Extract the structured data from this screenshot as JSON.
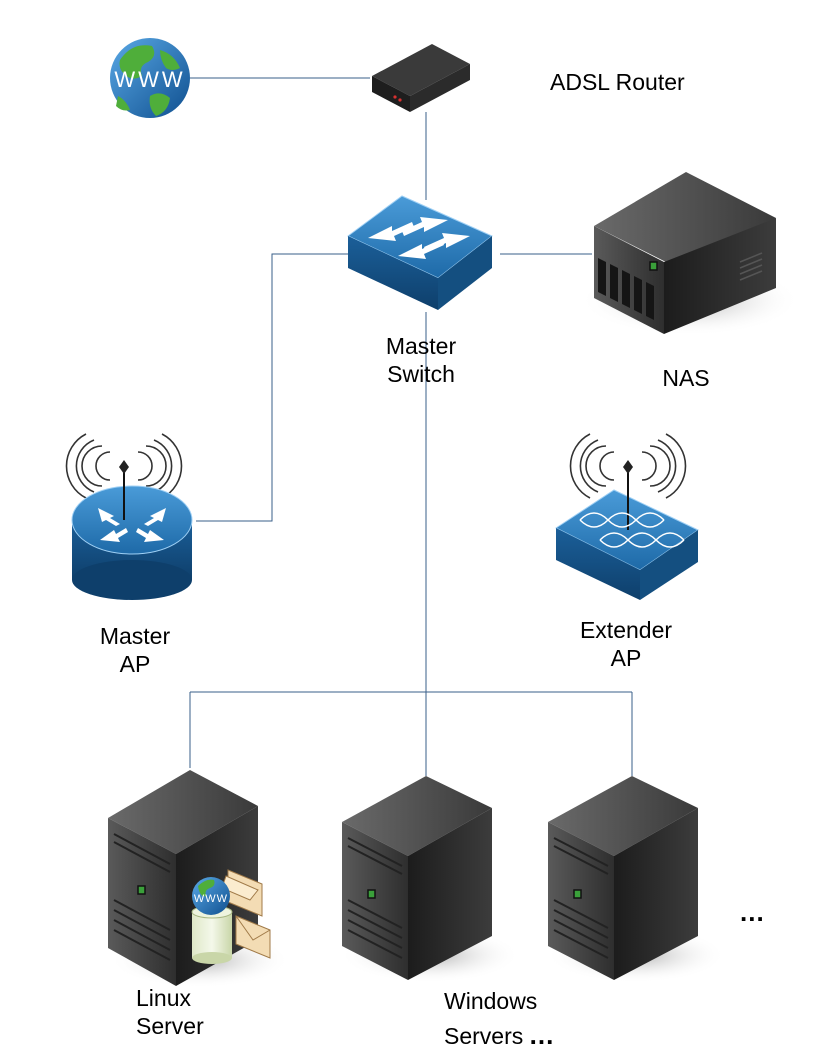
{
  "labels": {
    "adsl_router": "ADSL Router",
    "master_switch": [
      "Master",
      "Switch"
    ],
    "nas": "NAS",
    "master_ap": [
      "Master",
      "AP"
    ],
    "extender_ap": [
      "Extender",
      "AP"
    ],
    "linux_server": [
      "Linux",
      "Server"
    ],
    "windows_servers": [
      "Windows",
      "Servers"
    ],
    "ellipsis": "...",
    "globe_text": "WWW"
  },
  "colors": {
    "link_line": "#3a5f8a",
    "network_blue": "#1f6fad",
    "server_dark": "#2a2a2a"
  }
}
